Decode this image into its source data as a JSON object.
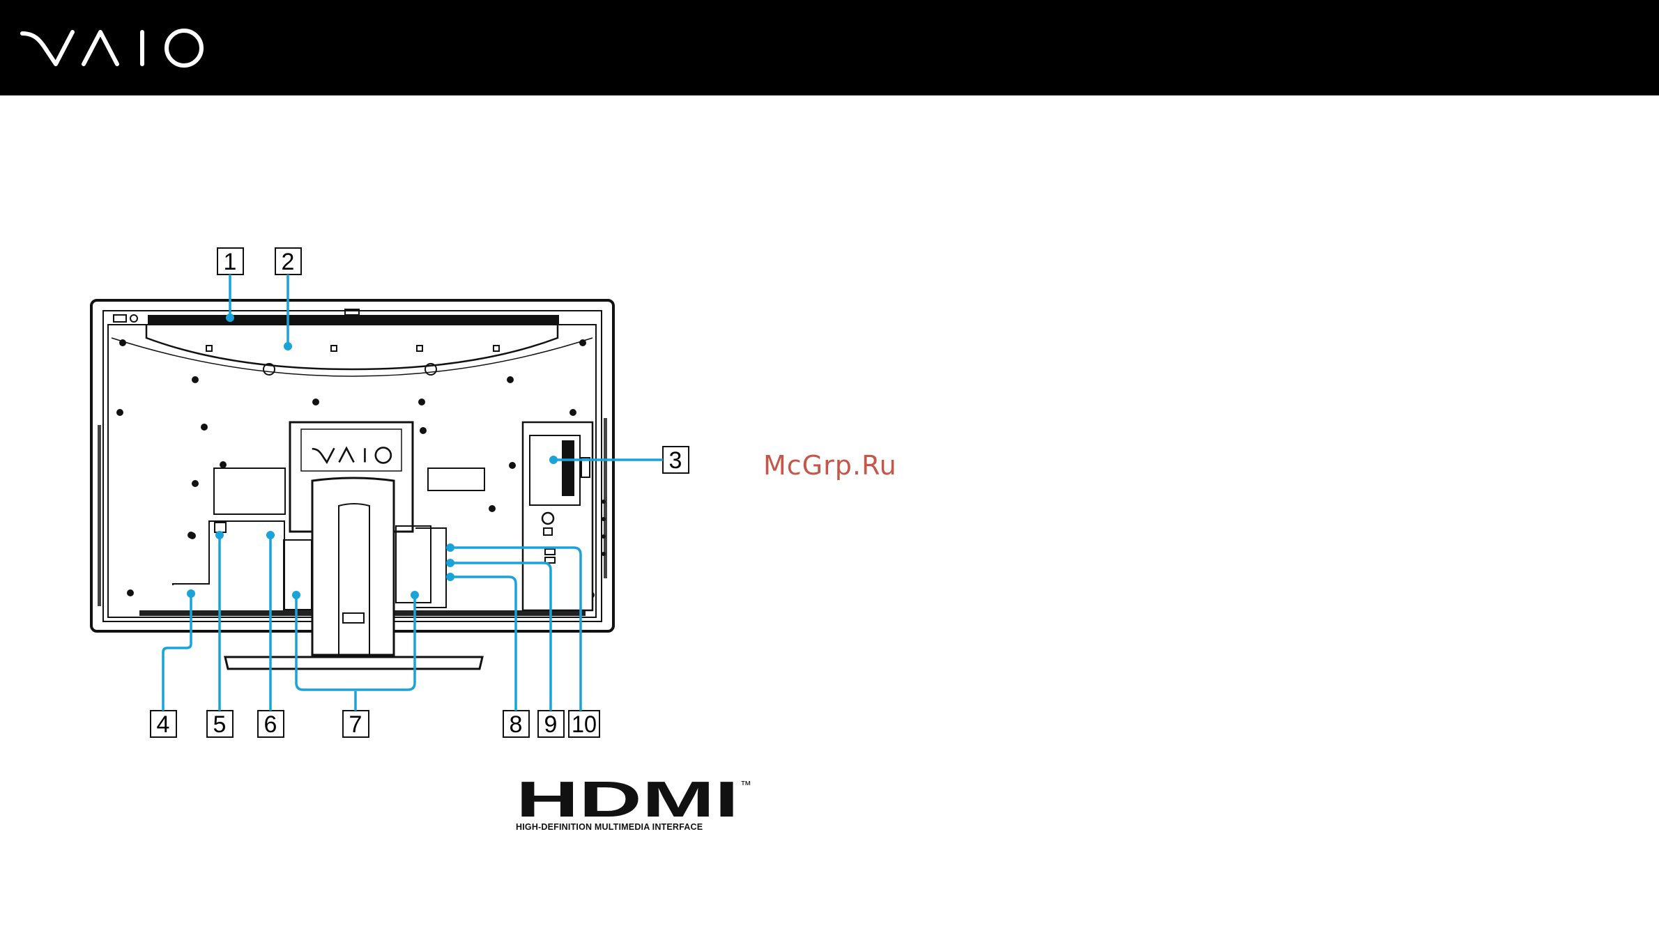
{
  "header": {
    "brand_logo": "vaio-logo",
    "background": "#000000"
  },
  "figure": {
    "callout_numbers": [
      "1",
      "2",
      "3",
      "4",
      "5",
      "6",
      "7",
      "8",
      "9",
      "10"
    ],
    "leader_color": "#1aa3d9",
    "stand_logo": "vaio-logo"
  },
  "watermark": {
    "text": "McGrp.Ru",
    "color": "#c7564a"
  },
  "hdmi": {
    "wordmark": "HDMI",
    "trademark": "™",
    "tagline": "HIGH-DEFINITION MULTIMEDIA INTERFACE"
  }
}
